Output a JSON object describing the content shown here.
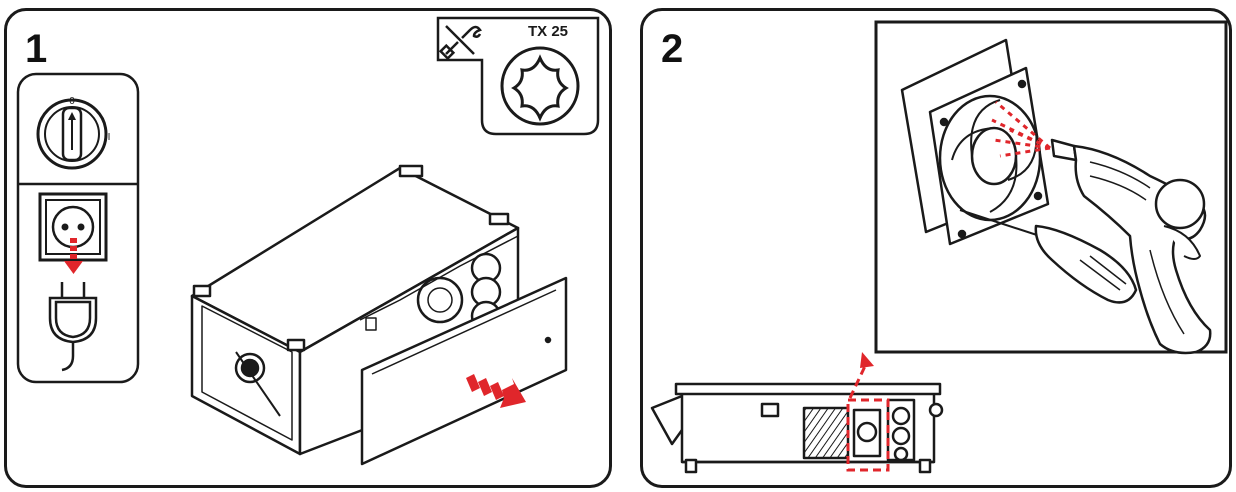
{
  "steps": [
    {
      "number": "1"
    },
    {
      "number": "2"
    }
  ],
  "tool": {
    "label": "TX 25"
  },
  "switch": {
    "off_mark": "0",
    "on_mark": "I"
  },
  "colors": {
    "line": "#1a1a1a",
    "accent": "#e0262b",
    "background": "#ffffff"
  },
  "icons": [
    "power-switch-icon",
    "wall-socket-icon",
    "power-plug-icon",
    "tools-icon",
    "torx-bit-icon",
    "projector-open-icon",
    "cooling-fan-icon",
    "compressed-air-gun-icon",
    "screwdriver-icon"
  ]
}
